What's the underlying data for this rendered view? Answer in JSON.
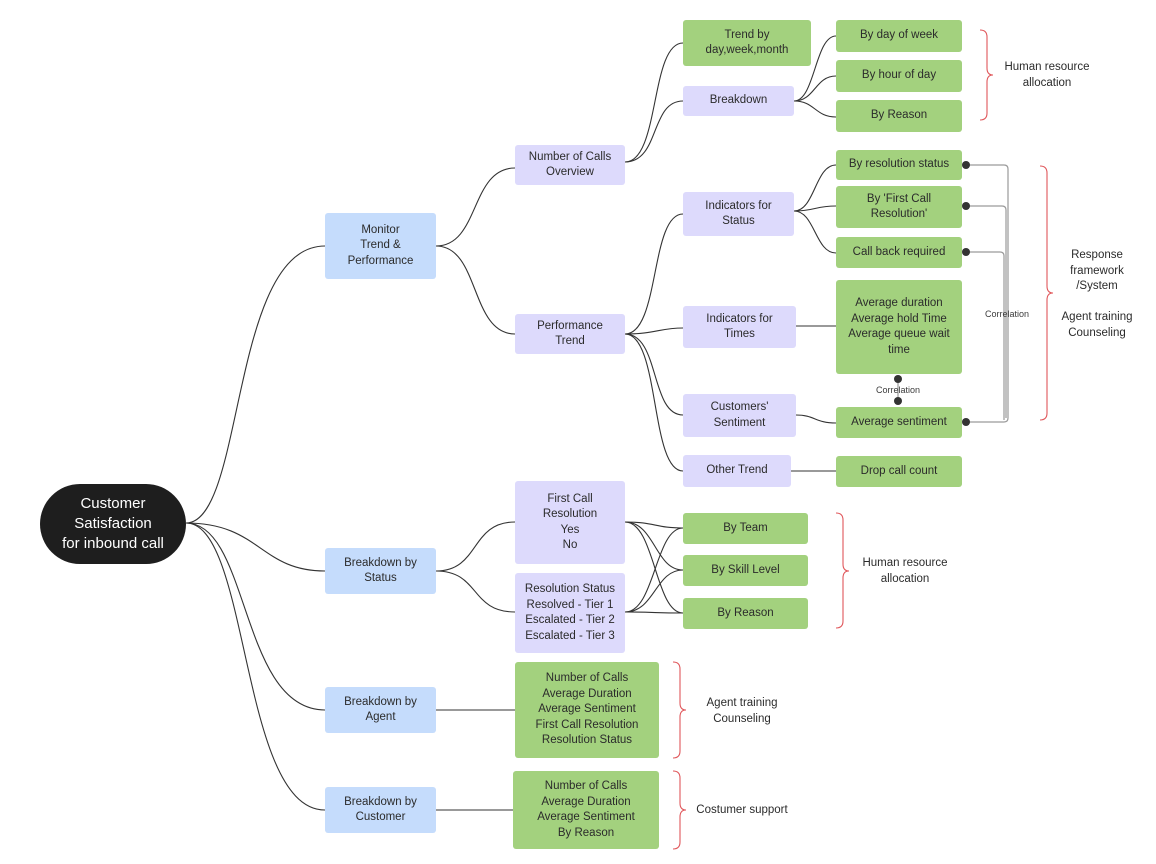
{
  "root": {
    "label": "Customer\nSatisfaction\nfor inbound call"
  },
  "branches": {
    "monitor": "Monitor\nTrend &\nPerformance",
    "status": "Breakdown by\nStatus",
    "agent": "Breakdown by\nAgent",
    "customer": "Breakdown by\nCustomer"
  },
  "level2": {
    "calls_overview": "Number of Calls\nOverview",
    "performance_trend": "Performance\nTrend",
    "first_call_resolution": "First Call\nResolution\nYes\nNo",
    "resolution_status": "Resolution Status\nResolved - Tier 1\nEscalated - Tier 2\nEscalated - Tier 3",
    "agent_metrics": "Number of Calls\nAverage Duration\nAverage Sentiment\nFirst Call Resolution\nResolution Status",
    "customer_metrics": "Number of Calls\nAverage Duration\nAverage Sentiment\nBy Reason"
  },
  "level3": {
    "trend_by": "Trend by\nday,week,month",
    "breakdown": "Breakdown",
    "indicators_status": "Indicators for\nStatus",
    "indicators_times": "Indicators for\nTimes",
    "customers_sentiment": "Customers'\nSentiment",
    "other_trend": "Other Trend",
    "by_team": "By Team",
    "by_skill": "By Skill Level",
    "by_reason": "By Reason"
  },
  "level4": {
    "by_day_of_week": "By day of week",
    "by_hour_of_day": "By hour of day",
    "by_reason": "By Reason",
    "by_resolution_status": "By resolution status",
    "by_first_call_resolution": "By 'First Call\nResolution'",
    "call_back_required": "Call back required",
    "time_metrics": "Average duration\nAverage hold Time\nAverage queue wait\ntime",
    "average_sentiment": "Average sentiment",
    "drop_call_count": "Drop call count"
  },
  "annotations": {
    "hr_allocation_top": "Human resource\nallocation",
    "response_framework": "Response\nframework\n/System\n\nAgent training\nCounseling",
    "hr_allocation_mid": "Human resource\nallocation",
    "agent_training": "Agent training\nCounseling",
    "customer_support": "Costumer support",
    "correlation_right": "Correlation",
    "correlation_mid": "Correlation"
  },
  "colors": {
    "root": "#1e1e1e",
    "branch": "#c5dcfc",
    "level2": "#dddafc",
    "leaf": "#a3d17e",
    "bracket": "#e0575b",
    "connector": "#333333",
    "correlation_line": "#9a9a9a"
  }
}
